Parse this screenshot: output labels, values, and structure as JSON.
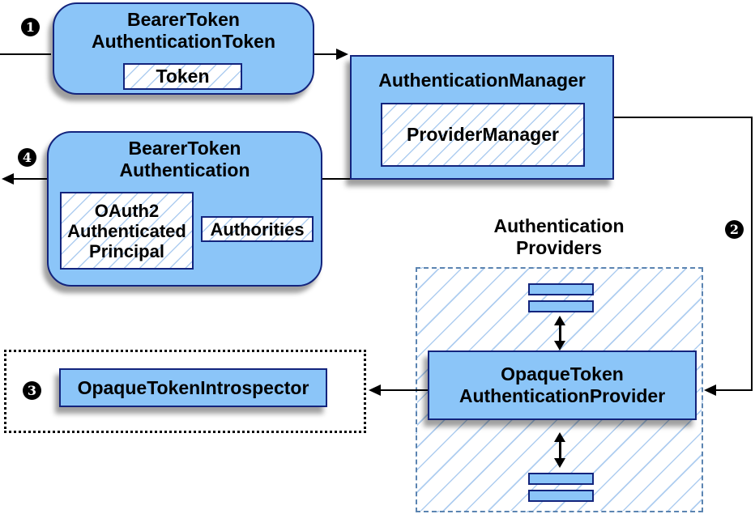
{
  "colors": {
    "node_fill": "#8bc5f8",
    "node_border": "#13247d",
    "hatch_line": "#aecdf0",
    "providers_dashed_border": "#5b84b1",
    "introspector_dashed_border": "#000000",
    "connector": "#000000",
    "badge_bg": "#000000",
    "badge_text": "#ffffff",
    "shadow": "rgba(0,0,0,0.38)",
    "background": "#ffffff"
  },
  "steps": {
    "one": "1",
    "two": "2",
    "three": "3",
    "four": "4"
  },
  "nodes": {
    "bearer_token_authentication_token": {
      "title_line1": "BearerToken",
      "title_line2": "AuthenticationToken",
      "token": "Token"
    },
    "authentication_manager": {
      "title": "AuthenticationManager",
      "provider_manager": "ProviderManager"
    },
    "bearer_token_authentication": {
      "title_line1": "BearerToken",
      "title_line2": "Authentication",
      "principal_line1": "OAuth2",
      "principal_line2": "Authenticated",
      "principal_line3": "Principal",
      "authorities": "Authorities"
    },
    "authentication_providers": {
      "heading_line1": "Authentication",
      "heading_line2": "Providers"
    },
    "opaque_token_authentication_provider": {
      "title_line1": "OpaqueToken",
      "title_line2": "AuthenticationProvider"
    },
    "opaque_token_introspector": {
      "label": "OpaqueTokenIntrospector"
    }
  }
}
